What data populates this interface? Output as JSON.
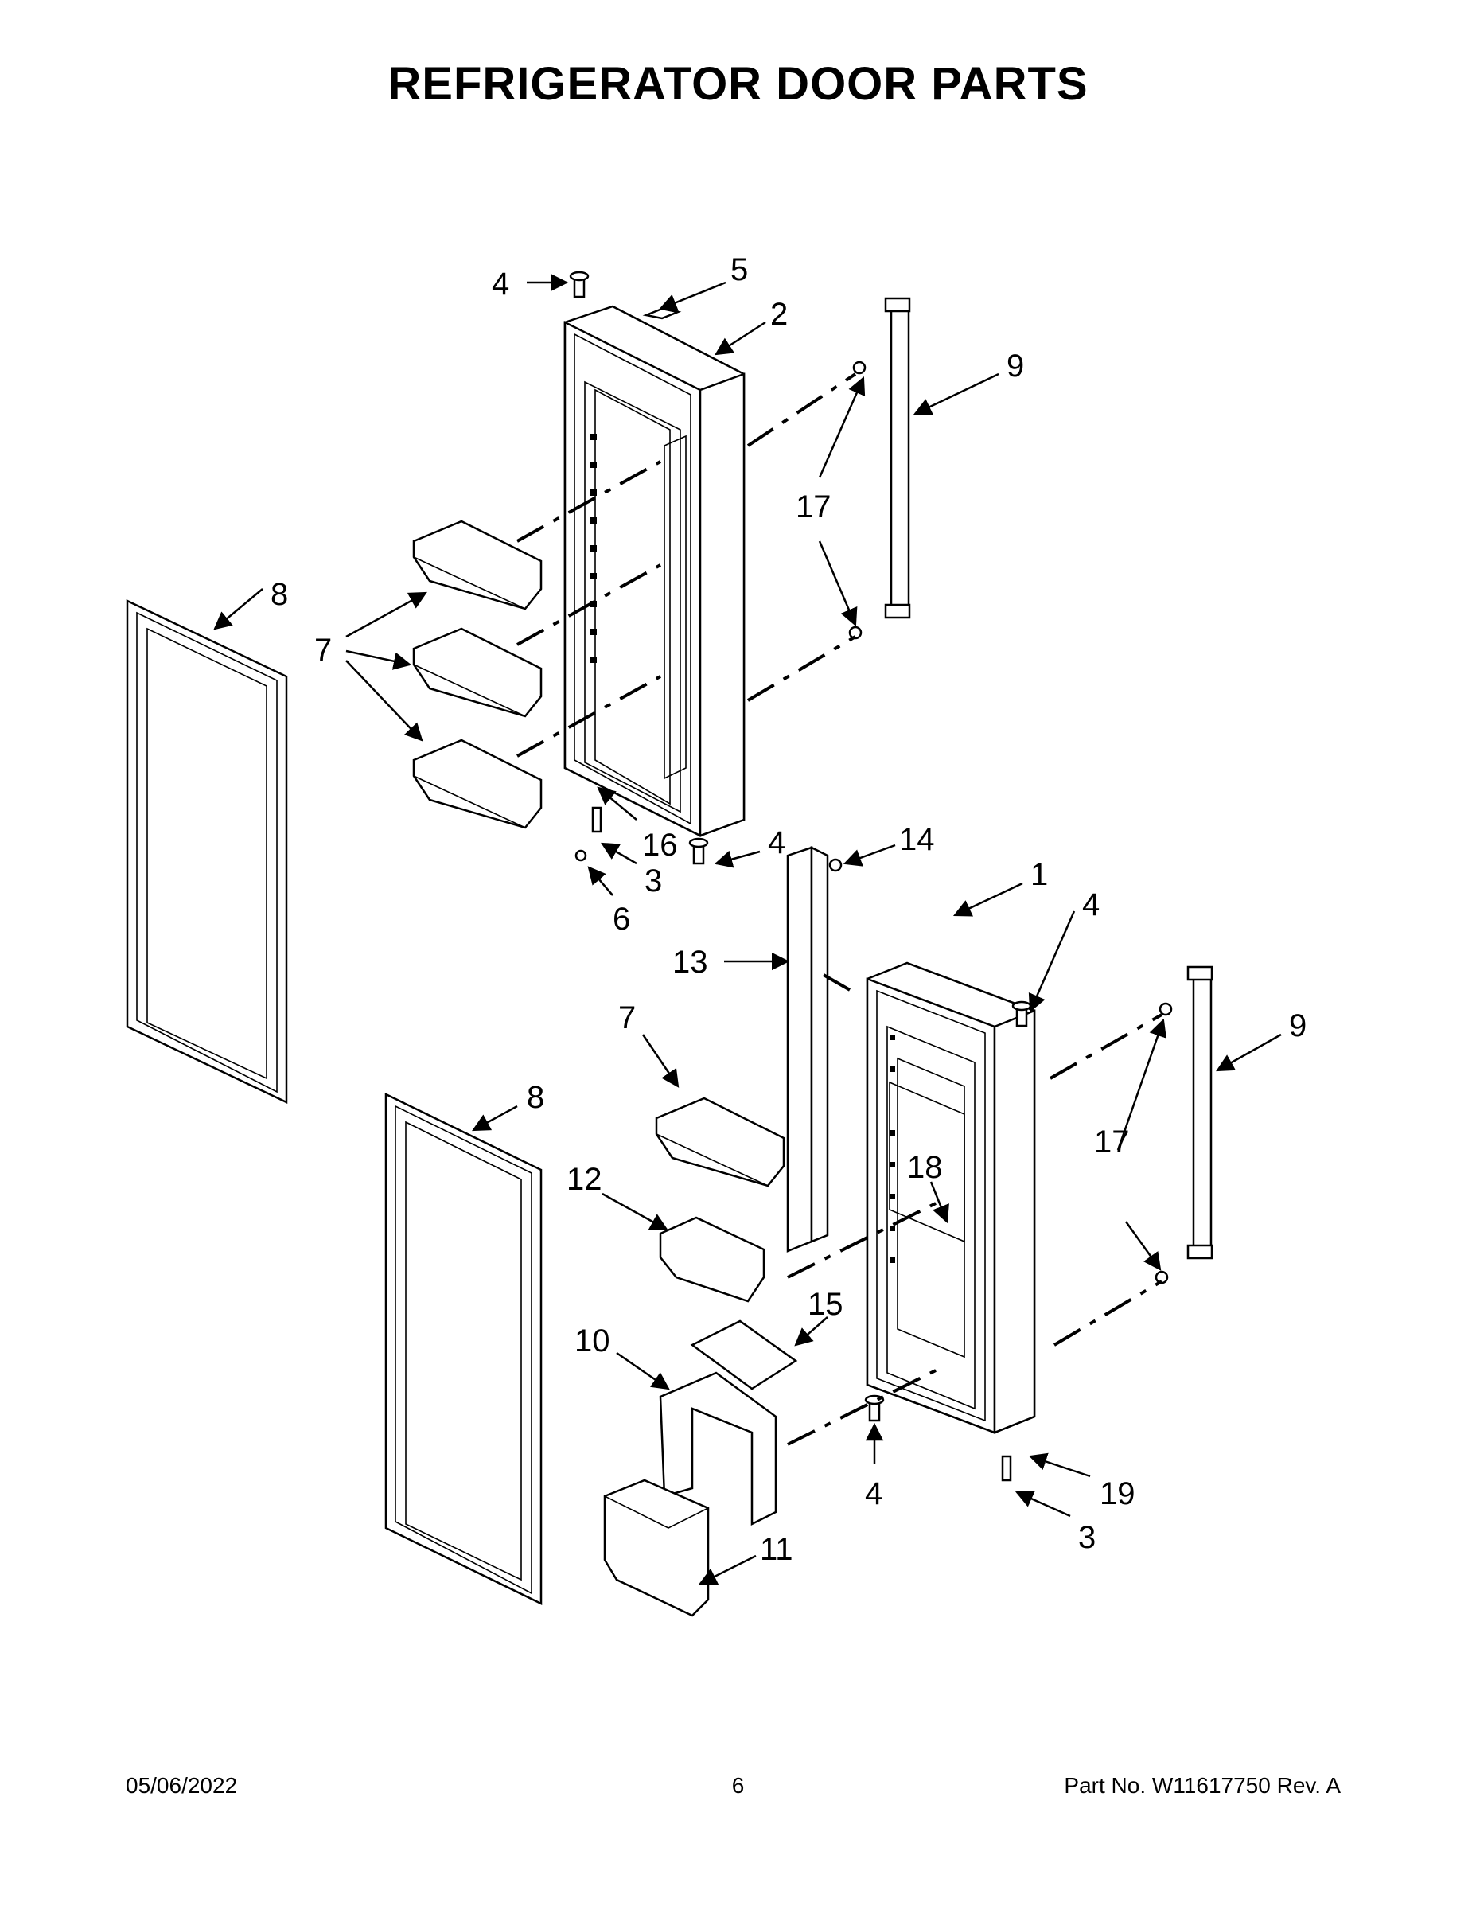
{
  "title": "REFRIGERATOR DOOR PARTS",
  "footer": {
    "date": "05/06/2022",
    "page": "6",
    "part": "Part No.  W11617750  Rev.  A"
  },
  "callouts": {
    "c4a": "4",
    "c5": "5",
    "c2": "2",
    "c9a": "9",
    "c17a": "17",
    "c8a": "8",
    "c7a": "7",
    "c16": "16",
    "c3a": "3",
    "c6": "6",
    "c4b": "4",
    "c14": "14",
    "c1": "1",
    "c4c": "4",
    "c13": "13",
    "c9b": "9",
    "c7b": "7",
    "c8b": "8",
    "c18": "18",
    "c17b": "17",
    "c12": "12",
    "c15": "15",
    "c10": "10",
    "c4d": "4",
    "c19": "19",
    "c3b": "3",
    "c11": "11"
  }
}
